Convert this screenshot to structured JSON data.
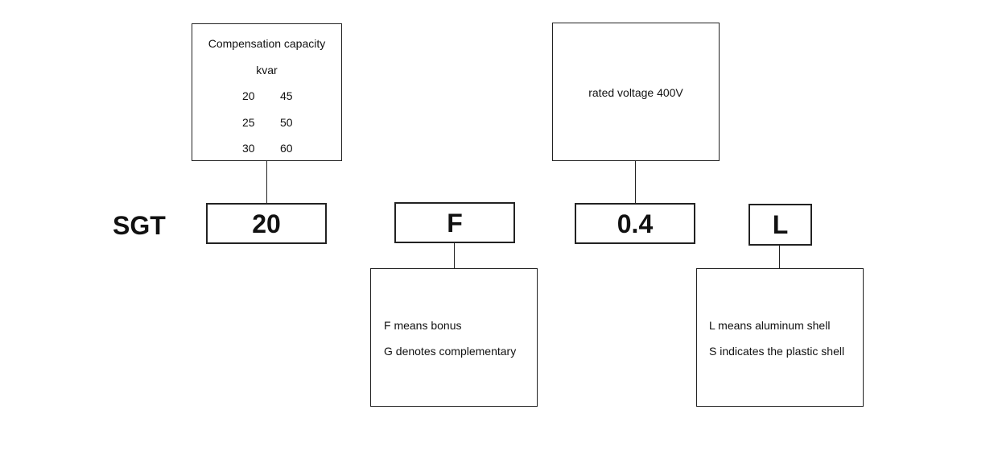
{
  "model_code": {
    "prefix": "SGT",
    "capacity_code": "20",
    "type_code": "F",
    "voltage_code": "0.4",
    "shell_code": "L"
  },
  "capacity_note": {
    "title": "Compensation capacity",
    "unit": "kvar",
    "rows": [
      [
        "20",
        "45"
      ],
      [
        "25",
        "50"
      ],
      [
        "30",
        "60"
      ]
    ]
  },
  "voltage_note": {
    "text": "rated voltage 400V"
  },
  "type_note": {
    "lines": [
      "F means bonus",
      "G denotes complementary"
    ]
  },
  "shell_note": {
    "lines": [
      "L means aluminum shell",
      "S indicates the plastic shell"
    ]
  }
}
